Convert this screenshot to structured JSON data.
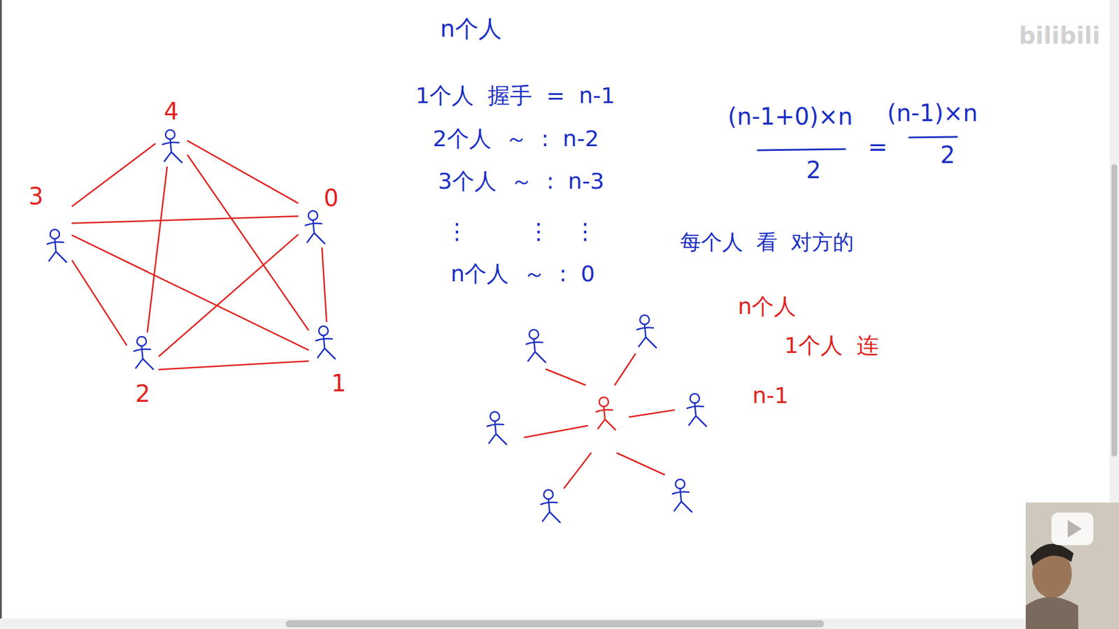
{
  "diagram": {
    "nodes": [
      {
        "text": [
          "4"
        ]
      },
      {
        "text": [
          "3"
        ]
      },
      {
        "text": [
          "0"
        ]
      },
      {
        "text": [
          "2"
        ]
      },
      {
        "text": [
          "1"
        ]
      }
    ],
    "edges": [
      {
        "from": 0,
        "to": 1,
        "arrow": "none"
      },
      {
        "from": 0,
        "to": 2,
        "arrow": "none"
      },
      {
        "from": 0,
        "to": 3,
        "arrow": "none"
      },
      {
        "from": 0,
        "to": 4,
        "arrow": "none"
      },
      {
        "from": 1,
        "to": 2,
        "arrow": "none"
      },
      {
        "from": 1,
        "to": 3,
        "arrow": "none"
      },
      {
        "from": 1,
        "to": 4,
        "arrow": "none"
      },
      {
        "from": 2,
        "to": 3,
        "arrow": "none"
      },
      {
        "from": 2,
        "to": 4,
        "arrow": "none"
      },
      {
        "from": 3,
        "to": 4,
        "arrow": "none"
      }
    ],
    "labels": [
      "n个人",
      "1个人 握手 = n-1",
      "2个人 ～ : n-2",
      "3个人 ～ : n-3",
      "⋮",
      "⋮",
      "⋮",
      "n个人 ～ : 0",
      "(n-1+0)×n",
      "2",
      "=",
      "(n-1)×n",
      "2",
      "每个人 看 对方的",
      "n个人",
      "1个人 连",
      "n-1",
      "bilibili"
    ]
  }
}
